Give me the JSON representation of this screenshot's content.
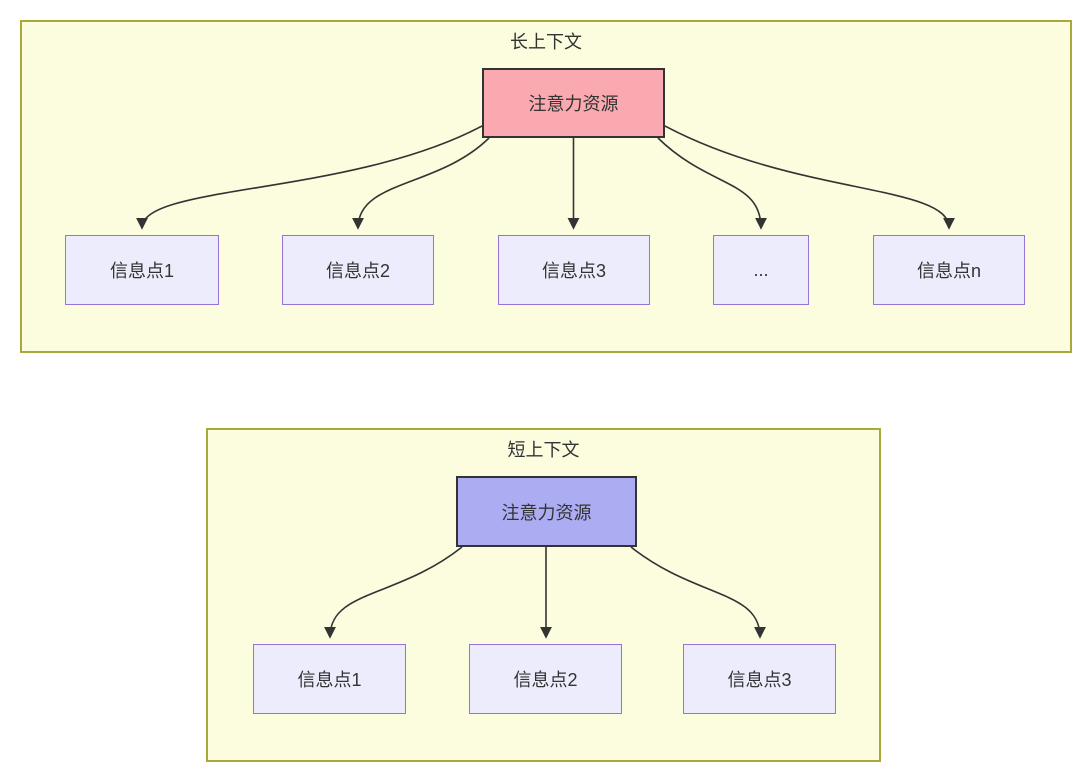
{
  "diagram": {
    "panels": [
      {
        "title": "长上下文",
        "root_label": "注意力资源",
        "children": [
          {
            "label": "信息点1"
          },
          {
            "label": "信息点2"
          },
          {
            "label": "信息点3"
          },
          {
            "label": "..."
          },
          {
            "label": "信息点n"
          }
        ]
      },
      {
        "title": "短上下文",
        "root_label": "注意力资源",
        "children": [
          {
            "label": "信息点1"
          },
          {
            "label": "信息点2"
          },
          {
            "label": "信息点3"
          }
        ]
      }
    ],
    "colors": {
      "panel_fill": "#FCFCDE",
      "panel_border": "#A9A93B",
      "long_root_fill": "#F9A9AF",
      "short_root_fill": "#ACACF2",
      "child_fill": "#ECECFC",
      "child_border": "#9673D6",
      "edge": "#333333",
      "text": "#333333"
    }
  }
}
